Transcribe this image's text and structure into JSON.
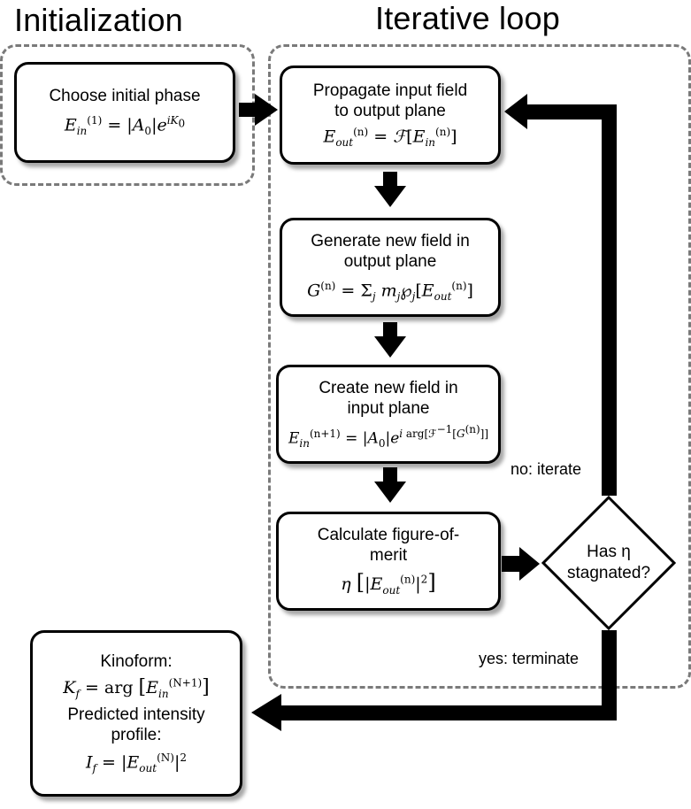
{
  "titles": {
    "initialization": "Initialization",
    "iterative_loop": "Iterative loop"
  },
  "boxes": {
    "choose_phase": {
      "label": "Choose initial phase",
      "formula": "E_in^(1) = |A_0| e^(iK_0)"
    },
    "propagate": {
      "label": "Propagate input field\nto output plane",
      "formula": "E_out^(n) = ℱ[E_in^(n)]"
    },
    "generate": {
      "label": "Generate new field in\noutput plane",
      "formula": "G^(n) = Σ_j m_j ℘_j [E_out^(n)]"
    },
    "create": {
      "label": "Create new field in\ninput plane",
      "formula": "E_in^(n+1) = |A_0| e^(i arg[ℱ^-1[G^(n)]])"
    },
    "calculate": {
      "label": "Calculate figure-of-\nmerit",
      "formula": "η [ |E_out^(n)|^2 ]"
    },
    "kinoform": {
      "label": "Kinoform:",
      "formula": "K_f = arg [E_in^(N+1)]",
      "label2": "Predicted intensity\nprofile:",
      "formula2": "I_f = |E_out^(N)|^2"
    }
  },
  "decision": {
    "label": "Has η\nstagnated?"
  },
  "edges": {
    "no_label": "no: iterate",
    "yes_label": "yes: terminate"
  }
}
